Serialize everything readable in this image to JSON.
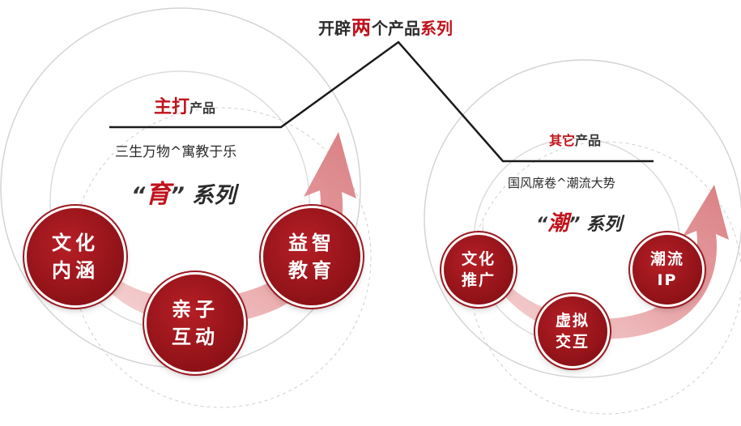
{
  "title": {
    "prefix": "开辟",
    "highlight": "两",
    "middle": "个产品",
    "suffix": "系列"
  },
  "main_product": {
    "heading_em": "主打",
    "heading_rest": "产品",
    "tagline": "三生万物^寓教于乐",
    "series_open": "“",
    "series_key": "育",
    "series_close": "”",
    "series_word": " 系列",
    "bubbles": [
      {
        "line1": "文化",
        "line2": "内涵"
      },
      {
        "line1": "亲子",
        "line2": "互动"
      },
      {
        "line1": "益智",
        "line2": "教育"
      }
    ]
  },
  "other_product": {
    "heading_em": "其它",
    "heading_rest": "产品",
    "tagline": "国风席卷^潮流大势",
    "series_open": "“",
    "series_key": "潮",
    "series_close": "”",
    "series_word": " 系列",
    "bubbles": [
      {
        "line1": "文化",
        "line2": "推广"
      },
      {
        "line1": "虚拟",
        "line2": "交互"
      },
      {
        "line1": "潮流",
        "line2": "IP"
      }
    ]
  },
  "colors": {
    "accent": "#c0121b",
    "bubble": "#9a1a20",
    "arrow": "#e8a3a6",
    "text": "#2b2b2b"
  }
}
